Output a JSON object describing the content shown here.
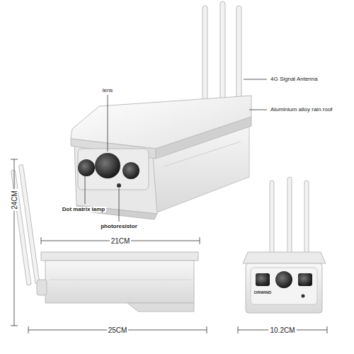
{
  "diagram": {
    "labels": [
      "lens",
      "4G Signal Antenna",
      "Aluminium alloy rain roof",
      "Dot matrix lamp",
      "photoresistor",
      "24CM",
      "21CM",
      "25CM",
      "10.2CM",
      "ORWIND"
    ]
  }
}
